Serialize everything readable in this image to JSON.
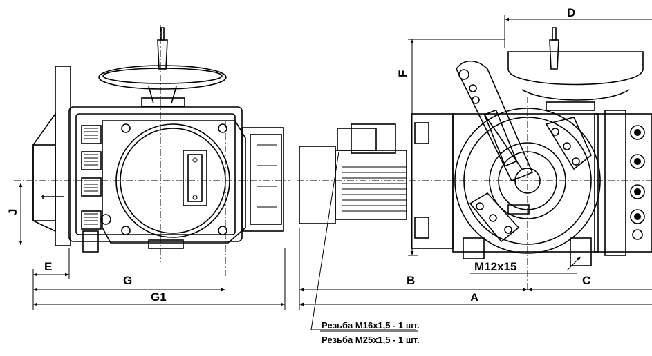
{
  "dimensions": {
    "d": "D",
    "f": "F",
    "j": "J",
    "e": "E",
    "g": "G",
    "g1": "G1",
    "b": "B",
    "a": "A",
    "c": "C",
    "m12": "M12x15"
  },
  "notes": {
    "thread_1": "Резьба М16х1,5 - 1 шт.",
    "thread_2": "Резьба М25х1,5 - 1 шт."
  },
  "colors": {
    "ink": "#000000",
    "paper": "#ffffff"
  }
}
